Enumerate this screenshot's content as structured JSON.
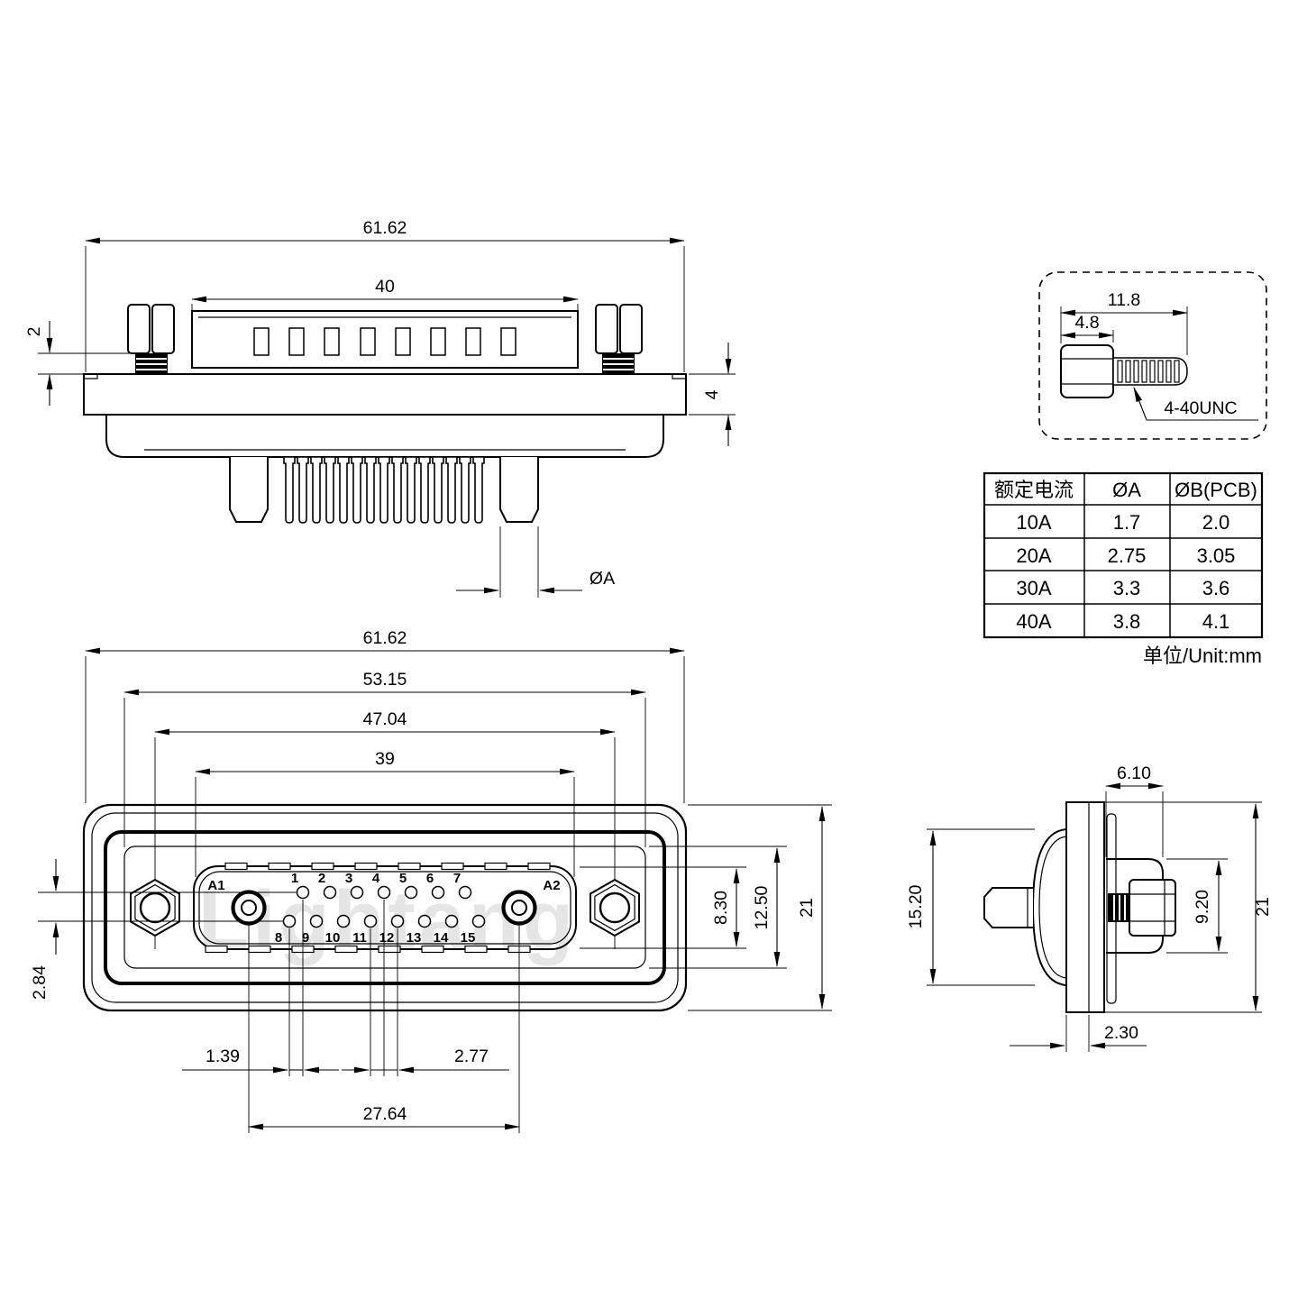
{
  "drawing": {
    "watermark": "Lightang",
    "top_view": {
      "dim_overall_width": "61.62",
      "dim_insulator_width": "40",
      "dim_screw_standoff": "2",
      "dim_flange_thickness": "4",
      "label_pin_diameter": "ØA"
    },
    "screw_detail": {
      "dim_total_length": "11.8",
      "dim_head_length": "4.8",
      "label_thread": "4-40UNC"
    },
    "front_view": {
      "dim_overall_width": "61.62",
      "dim_shell_width": "53.15",
      "dim_mount_hole_spacing": "47.04",
      "dim_opening_width": "39",
      "dim_row_offset": "1.39",
      "dim_pin_pitch": "2.77",
      "dim_power_pin_spacing": "27.64",
      "dim_row_gap": "2.84",
      "dim_opening_height": "8.30",
      "dim_shell_height": "12.50",
      "dim_overall_height": "21",
      "pins": {
        "a1": "A1",
        "a2": "A2",
        "top_row": [
          "1",
          "2",
          "3",
          "4",
          "5",
          "6",
          "7"
        ],
        "bottom_row": [
          "8",
          "9",
          "10",
          "11",
          "12",
          "13",
          "14",
          "15"
        ]
      }
    },
    "side_view": {
      "dim_body_depth": "6.10",
      "dim_shell_height": "15.20",
      "dim_boss_diameter": "9.20",
      "dim_overall_height": "21",
      "dim_flange_thickness": "2.30"
    },
    "table": {
      "headers": [
        "额定电流",
        "ØA",
        "ØB(PCB)"
      ],
      "rows": [
        [
          "10A",
          "1.7",
          "2.0"
        ],
        [
          "20A",
          "2.75",
          "3.05"
        ],
        [
          "30A",
          "3.3",
          "3.6"
        ],
        [
          "40A",
          "3.8",
          "4.1"
        ]
      ],
      "caption": "单位/Unit:mm"
    }
  }
}
